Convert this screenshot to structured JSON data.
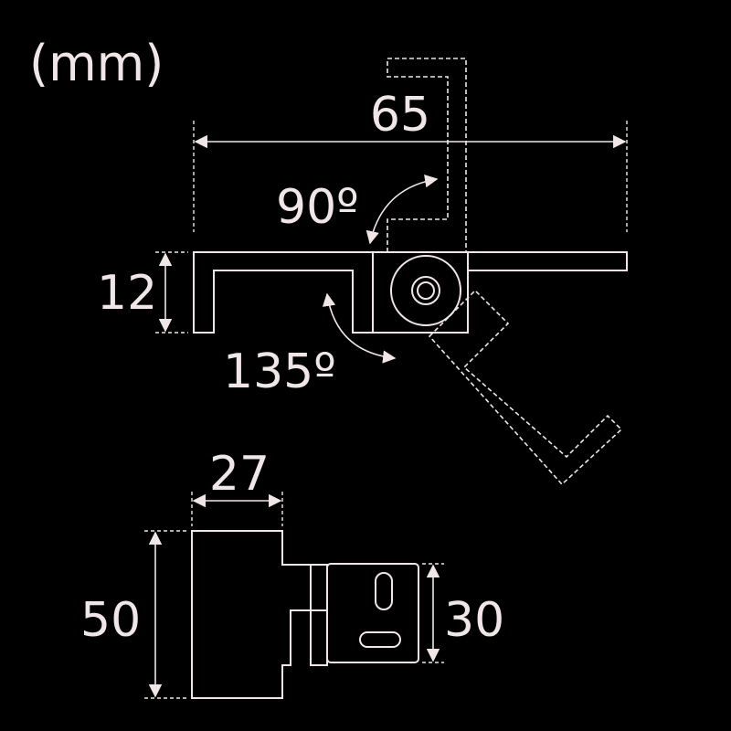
{
  "diagram": {
    "unit_label": "(mm)",
    "dimensions": {
      "width_top": "65",
      "thickness": "12",
      "angle_open": "90º",
      "angle_down": "135º",
      "width_side": "27",
      "height_side": "50",
      "plate_height": "30"
    },
    "colors": {
      "background": "#000000",
      "line": "#f0e6e8"
    }
  }
}
